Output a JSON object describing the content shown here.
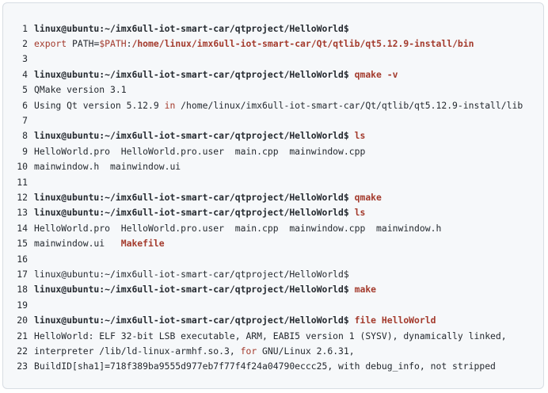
{
  "colors": {
    "background": "#f6f8fa",
    "border": "#d8dde3",
    "text": "#24292f",
    "keyword": "#a33a2c"
  },
  "lines": [
    {
      "n": "1",
      "tokens": [
        {
          "t": "linux@ubuntu:~/imx6ull-iot-smart-car/qtproject/HelloWorld$",
          "c": "prompt"
        }
      ]
    },
    {
      "n": "2",
      "tokens": [
        {
          "t": "export",
          "c": "kw"
        },
        {
          "t": " PATH=",
          "c": ""
        },
        {
          "t": "$PATH",
          "c": "var"
        },
        {
          "t": ":",
          "c": ""
        },
        {
          "t": "/home/linux/imx6ull-iot-smart-car/Qt/qtlib/qt5.12.9-install/bin",
          "c": "path"
        }
      ]
    },
    {
      "n": "3",
      "tokens": []
    },
    {
      "n": "4",
      "tokens": [
        {
          "t": "linux@ubuntu:~/imx6ull-iot-smart-car/qtproject/HelloWorld$",
          "c": "prompt"
        },
        {
          "t": " ",
          "c": ""
        },
        {
          "t": "qmake -v",
          "c": "cmd"
        }
      ]
    },
    {
      "n": "5",
      "tokens": [
        {
          "t": "QMake version 3.1",
          "c": ""
        }
      ]
    },
    {
      "n": "6",
      "tokens": [
        {
          "t": "Using Qt version 5.12.9 ",
          "c": ""
        },
        {
          "t": "in",
          "c": "kw"
        },
        {
          "t": " /home/linux/imx6ull-iot-smart-car/Qt/qtlib/qt5.12.9-install/lib",
          "c": ""
        }
      ]
    },
    {
      "n": "7",
      "tokens": []
    },
    {
      "n": "8",
      "tokens": [
        {
          "t": "linux@ubuntu:~/imx6ull-iot-smart-car/qtproject/HelloWorld$",
          "c": "prompt"
        },
        {
          "t": " ",
          "c": ""
        },
        {
          "t": "ls",
          "c": "cmd"
        }
      ]
    },
    {
      "n": "9",
      "tokens": [
        {
          "t": "HelloWorld.pro  HelloWorld.pro.user  main.cpp  mainwindow.cpp",
          "c": ""
        }
      ]
    },
    {
      "n": "10",
      "tokens": [
        {
          "t": "mainwindow.h  mainwindow.ui",
          "c": ""
        }
      ]
    },
    {
      "n": "11",
      "tokens": []
    },
    {
      "n": "12",
      "tokens": [
        {
          "t": "linux@ubuntu:~/imx6ull-iot-smart-car/qtproject/HelloWorld$",
          "c": "prompt"
        },
        {
          "t": " ",
          "c": ""
        },
        {
          "t": "qmake",
          "c": "cmd"
        }
      ]
    },
    {
      "n": "13",
      "tokens": [
        {
          "t": "linux@ubuntu:~/imx6ull-iot-smart-car/qtproject/HelloWorld$",
          "c": "prompt"
        },
        {
          "t": " ",
          "c": ""
        },
        {
          "t": "ls",
          "c": "cmd"
        }
      ]
    },
    {
      "n": "14",
      "tokens": [
        {
          "t": "HelloWorld.pro  HelloWorld.pro.user  main.cpp  mainwindow.cpp  mainwindow.h",
          "c": ""
        }
      ]
    },
    {
      "n": "15",
      "tokens": [
        {
          "t": "mainwindow.ui   ",
          "c": ""
        },
        {
          "t": "Makefile",
          "c": "hl"
        }
      ]
    },
    {
      "n": "16",
      "tokens": []
    },
    {
      "n": "17",
      "tokens": [
        {
          "t": "linux@ubuntu:~/imx6ull-iot-smart-car/qtproject/HelloWorld$",
          "c": ""
        }
      ]
    },
    {
      "n": "18",
      "tokens": [
        {
          "t": "linux@ubuntu:~/imx6ull-iot-smart-car/qtproject/HelloWorld$",
          "c": "prompt"
        },
        {
          "t": " ",
          "c": ""
        },
        {
          "t": "make",
          "c": "cmd"
        }
      ]
    },
    {
      "n": "19",
      "tokens": []
    },
    {
      "n": "20",
      "tokens": [
        {
          "t": "linux@ubuntu:~/imx6ull-iot-smart-car/qtproject/HelloWorld$",
          "c": "prompt"
        },
        {
          "t": " ",
          "c": ""
        },
        {
          "t": "file HelloWorld",
          "c": "cmd"
        }
      ]
    },
    {
      "n": "21",
      "tokens": [
        {
          "t": "HelloWorld: ELF 32-bit LSB executable, ARM, EABI5 version 1 (SYSV), dynamically linked,",
          "c": ""
        }
      ]
    },
    {
      "n": "22",
      "tokens": [
        {
          "t": "interpreter /lib/ld-linux-armhf.so.3, ",
          "c": ""
        },
        {
          "t": "for",
          "c": "kw"
        },
        {
          "t": " GNU/Linux 2.6.31,",
          "c": ""
        }
      ]
    },
    {
      "n": "23",
      "tokens": [
        {
          "t": "BuildID[sha1]=718f389ba9555d977eb7f77f4f24a04790eccc25, with debug_info, not stripped",
          "c": ""
        }
      ]
    }
  ]
}
